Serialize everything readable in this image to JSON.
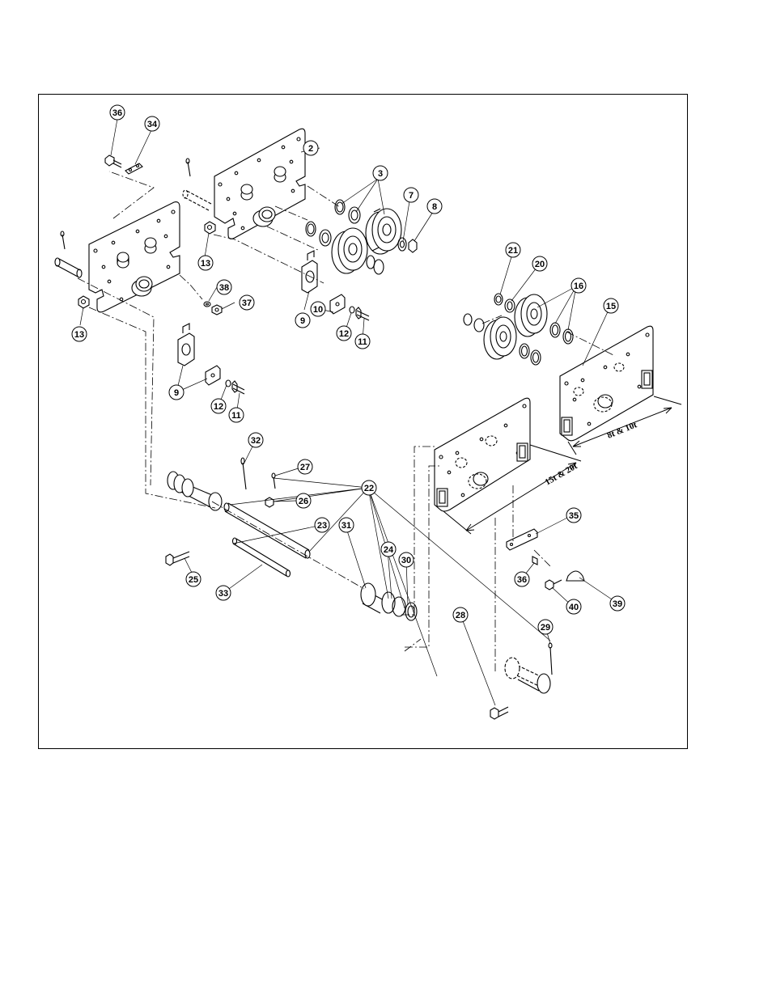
{
  "diagram": {
    "callouts": [
      {
        "label": "36"
      },
      {
        "label": "34"
      },
      {
        "label": "2"
      },
      {
        "label": "3"
      },
      {
        "label": "7"
      },
      {
        "label": "8"
      },
      {
        "label": "13"
      },
      {
        "label": "13"
      },
      {
        "label": "38"
      },
      {
        "label": "37"
      },
      {
        "label": "9"
      },
      {
        "label": "10"
      },
      {
        "label": "12"
      },
      {
        "label": "11"
      },
      {
        "label": "9"
      },
      {
        "label": "12"
      },
      {
        "label": "11"
      },
      {
        "label": "21"
      },
      {
        "label": "20"
      },
      {
        "label": "16"
      },
      {
        "label": "15"
      },
      {
        "label": "32"
      },
      {
        "label": "27"
      },
      {
        "label": "22"
      },
      {
        "label": "26"
      },
      {
        "label": "23"
      },
      {
        "label": "31"
      },
      {
        "label": "24"
      },
      {
        "label": "30"
      },
      {
        "label": "25"
      },
      {
        "label": "33"
      },
      {
        "label": "35"
      },
      {
        "label": "36"
      },
      {
        "label": "40"
      },
      {
        "label": "39"
      },
      {
        "label": "28"
      },
      {
        "label": "29"
      }
    ],
    "dimensions": [
      {
        "label": "8t & 10t"
      },
      {
        "label": "15t & 20t"
      }
    ]
  }
}
